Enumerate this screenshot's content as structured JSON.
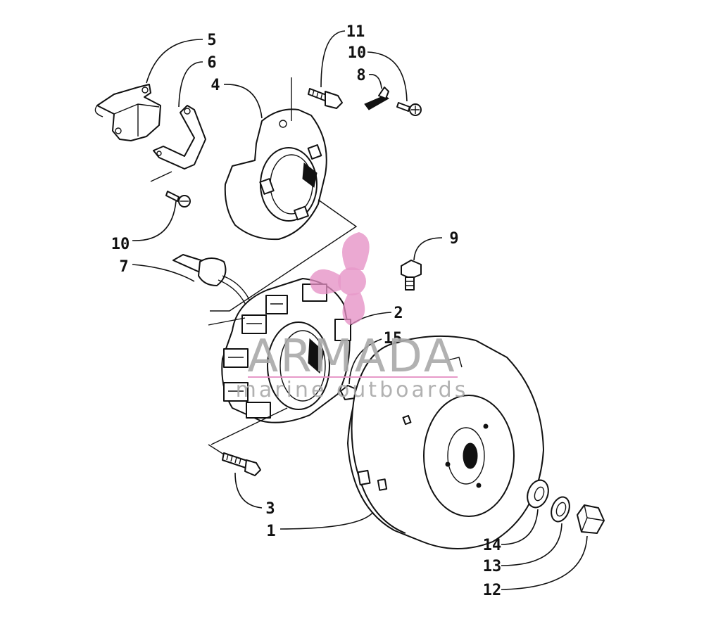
{
  "diagram": {
    "callouts": [
      {
        "id": "5",
        "label": "5"
      },
      {
        "id": "6",
        "label": "6"
      },
      {
        "id": "4",
        "label": "4"
      },
      {
        "id": "11",
        "label": "11"
      },
      {
        "id": "10a",
        "label": "10"
      },
      {
        "id": "8",
        "label": "8"
      },
      {
        "id": "10b",
        "label": "10"
      },
      {
        "id": "9",
        "label": "9"
      },
      {
        "id": "7",
        "label": "7"
      },
      {
        "id": "2",
        "label": "2"
      },
      {
        "id": "15",
        "label": "15"
      },
      {
        "id": "3",
        "label": "3"
      },
      {
        "id": "1",
        "label": "1"
      },
      {
        "id": "14",
        "label": "14"
      },
      {
        "id": "13",
        "label": "13"
      },
      {
        "id": "12",
        "label": "12"
      }
    ]
  },
  "watermark": {
    "brand": "ARMADA",
    "tagline": "marine outboards",
    "logo_color": "#e58fc4",
    "text_color": "#a9a9a9"
  }
}
